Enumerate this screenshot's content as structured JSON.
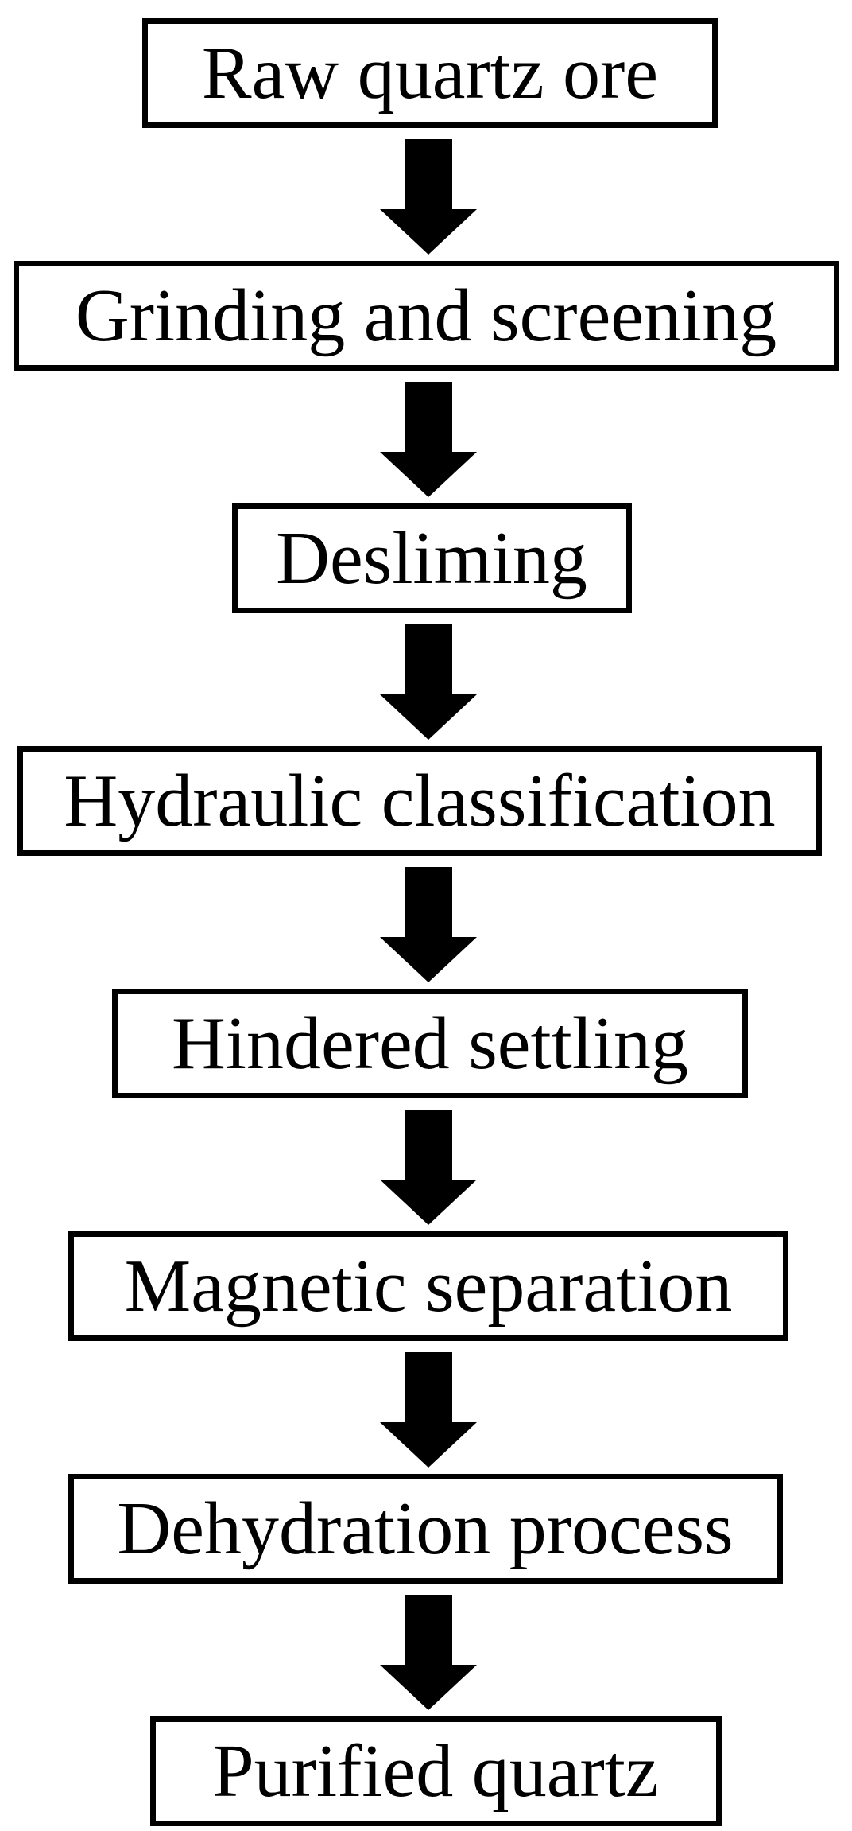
{
  "diagram": {
    "type": "flowchart",
    "direction": "top-down",
    "title": "",
    "steps": [
      {
        "id": "raw-quartz-ore",
        "label": "Raw quartz ore"
      },
      {
        "id": "grinding-and-screening",
        "label": "Grinding and screening"
      },
      {
        "id": "desliming",
        "label": "Desliming"
      },
      {
        "id": "hydraulic-classification",
        "label": "Hydraulic classification"
      },
      {
        "id": "hindered-settling",
        "label": "Hindered settling"
      },
      {
        "id": "magnetic-separation",
        "label": "Magnetic separation"
      },
      {
        "id": "dehydration-process",
        "label": "Dehydration process"
      },
      {
        "id": "purified-quartz",
        "label": "Purified quartz"
      }
    ],
    "connector": "down-arrow-icon",
    "connector_count": 7,
    "colors": {
      "background": "#ffffff",
      "box_fill": "#ffffff",
      "box_border": "#000000",
      "text": "#000000",
      "arrow": "#000000"
    }
  }
}
